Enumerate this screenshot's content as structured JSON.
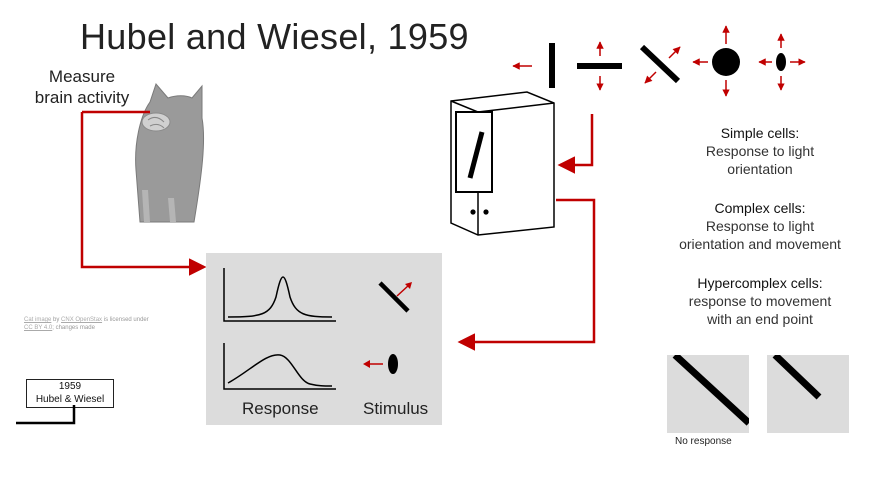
{
  "title": "Hubel and Wiesel, 1959",
  "measure_label": [
    "Measure",
    "brain activity"
  ],
  "credit": {
    "link1": "Cat image",
    "t1": " by ",
    "link2": "CNX OpenStax",
    "t2": " is licensed under ",
    "link3": "CC BY 4.0",
    "t3": "; changes made"
  },
  "badge": {
    "year": "1959",
    "names": "Hubel & Wiesel"
  },
  "panel": {
    "response_label": "Response",
    "stimulus_label": "Stimulus"
  },
  "cells": {
    "simple": {
      "heading": "Simple cells:",
      "desc": [
        "Response to light",
        "orientation"
      ]
    },
    "complex": {
      "heading": "Complex cells:",
      "desc": [
        "Response to light",
        "orientation and movement"
      ]
    },
    "hypercomplex": {
      "heading": "Hypercomplex cells:",
      "desc": [
        "response to movement",
        "with an end point"
      ]
    }
  },
  "no_response_label": "No response",
  "colors": {
    "arrow": "#c00000",
    "panel": "#dcdcdc",
    "cat": "#9a9a9a",
    "ink": "#000000"
  }
}
